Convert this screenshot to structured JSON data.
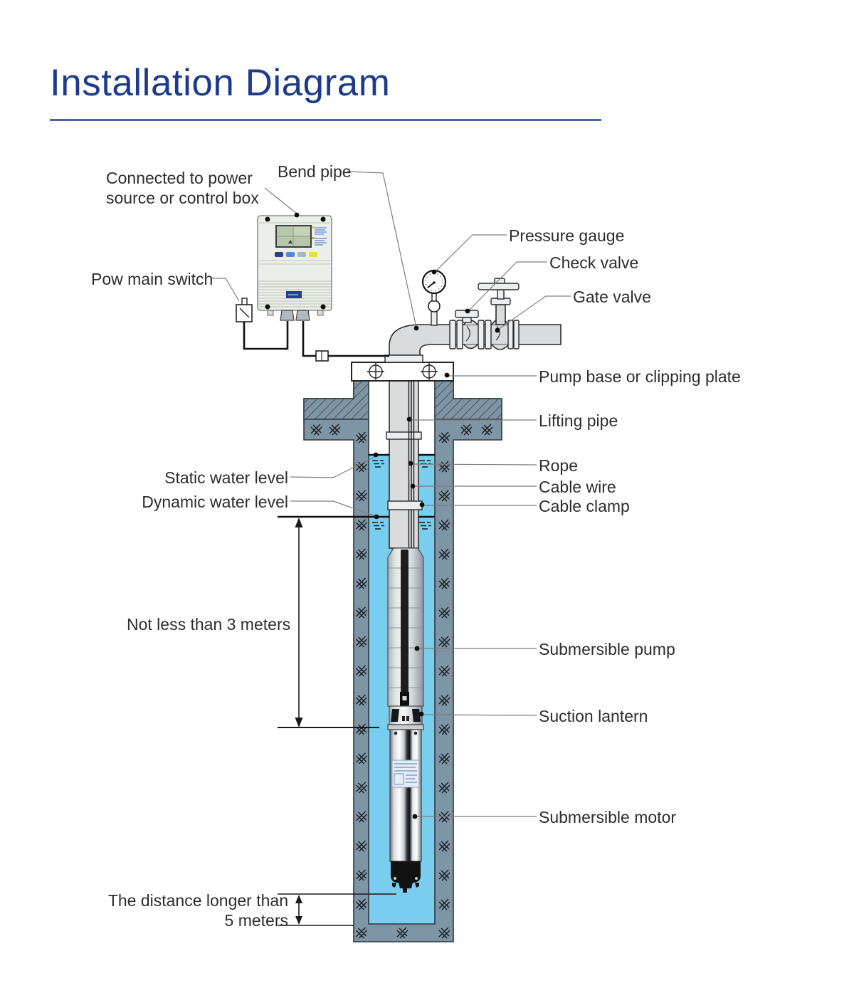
{
  "title": {
    "text": "Installation Diagram"
  },
  "colors": {
    "title": "#1e3a8c",
    "underline": "#4565ae",
    "label": "#2d2d2d",
    "wall": "#7e95a5",
    "water": "#79cdee",
    "pipe": "#d9dbdd",
    "pipe_light": "#ebedee",
    "leader": "#7d7d7d",
    "ink": "#1a1a1a",
    "box_body": "#eceee9",
    "lcd": "#b9c6ab",
    "btn1": "#2e3e8e",
    "btn2": "#5588d6",
    "btn3": "#a8b6c0",
    "btn4": "#e3e03c",
    "module_label": "#20409a"
  },
  "labels": {
    "connected": "Connected to power source or control box",
    "bend_pipe": "Bend pipe",
    "pow_main_switch": "Pow main switch",
    "pressure_gauge": "Pressure gauge",
    "check_valve": "Check valve",
    "gate_valve": "Gate valve",
    "pump_base": "Pump base or clipping plate",
    "lifting_pipe": "Lifting pipe",
    "rope": "Rope",
    "cable_wire": "Cable wire",
    "cable_clamp": "Cable clamp",
    "submersible_pump": "Submersible pump",
    "suction_lantern": "Suction lantern",
    "submersible_motor": "Submersible motor",
    "static_water_level": "Static water level",
    "dynamic_water_level": "Dynamic water level",
    "not_less_3m": "Not less than 3 meters",
    "distance_5m": "The distance longer than 5 meters"
  }
}
